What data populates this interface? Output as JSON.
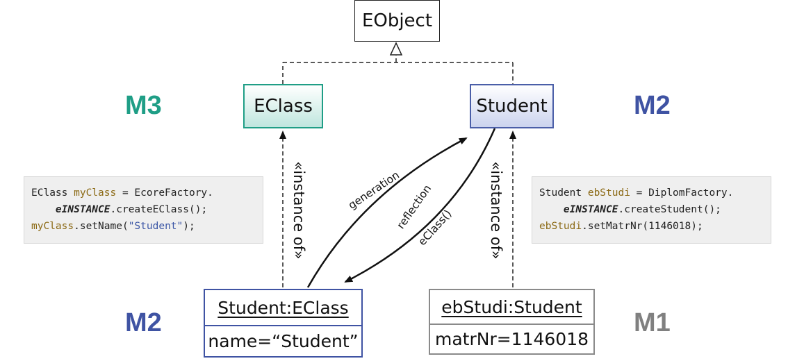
{
  "boxes": {
    "eobject": "EObject",
    "eclass": "EClass",
    "student": "Student"
  },
  "objects": {
    "student_eclass": {
      "header": "Student:EClass",
      "attribute": "name=“Student”"
    },
    "ebstudi": {
      "header": "ebStudi:Student",
      "attribute": "matrNr=1146018"
    }
  },
  "levels": {
    "m3": "M3",
    "m2_right": "M2",
    "m2_left": "M2",
    "m1": "M1"
  },
  "labels": {
    "instance_of_left": "«instance of»",
    "instance_of_right": "«instance of»",
    "generation": "generation",
    "reflection": "reflection",
    "eclass_call": "eClass()"
  },
  "code_left": {
    "l1_type": "EClass ",
    "l1_var": "myClass",
    "l1_rest": " = EcoreFactory.",
    "l2_indent": "    ",
    "l2_kw": "eINSTANCE",
    "l2_rest": ".createEClass();",
    "l3_var": "myClass",
    "l3_mid": ".setName(",
    "l3_str": "\"Student\"",
    "l3_end": ");"
  },
  "code_right": {
    "l1_type": "Student ",
    "l1_var": "ebStudi",
    "l1_rest": " = DiplomFactory.",
    "l2_indent": "    ",
    "l2_kw": "eINSTANCE",
    "l2_rest": ".createStudent();",
    "l3_var": "ebStudi",
    "l3_rest": ".setMatrNr(1146018);"
  },
  "colors": {
    "m3_teal": "#1f9e86",
    "m2_blue": "#3f53a3",
    "m1_gray": "#808080",
    "code_bg": "#efefef"
  }
}
